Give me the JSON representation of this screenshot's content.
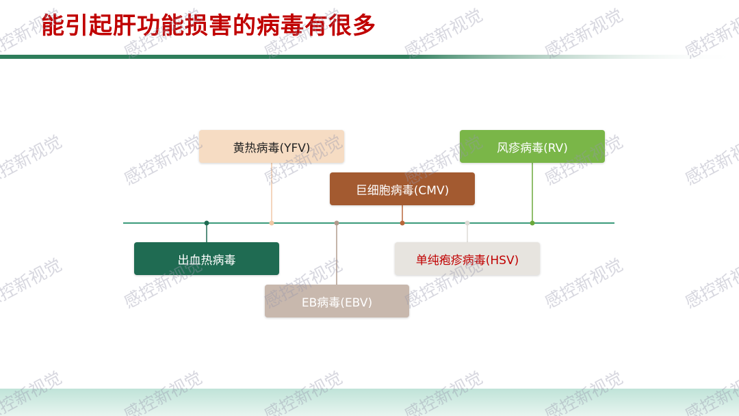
{
  "slide": {
    "title": "能引起肝功能损害的病毒有很多",
    "watermark": "感控新视觉"
  },
  "colors": {
    "title": "#c00000",
    "header_rule": "#2e7d5b",
    "timeline": "#3a9a7a",
    "footer_band": "#bfe3d8"
  },
  "timeline": {
    "nodes": [
      {
        "key": "hf",
        "label": "出血热病毒",
        "fill": "#1f6b52",
        "text": "#ffffff",
        "dot": "#1f6b52",
        "stem": "#1f6b52"
      },
      {
        "key": "yfv",
        "label": "黄热病毒(YFV)",
        "fill": "#f6dcc3",
        "text": "#222222",
        "dot": "#f0c7a5",
        "stem": "#f0c7a5"
      },
      {
        "key": "ebv",
        "label": "EB病毒(EBV)",
        "fill": "#c8b8ad",
        "text": "#ffffff",
        "dot": "#b09a8c",
        "stem": "#b09a8c"
      },
      {
        "key": "cmv",
        "label": "巨细胞病毒(CMV)",
        "fill": "#a35a30",
        "text": "#ffffff",
        "dot": "#b8663a",
        "stem": "#b8663a"
      },
      {
        "key": "hsv",
        "label": "单纯疱疹病毒(HSV)",
        "fill": "#e7e4df",
        "text": "#c00000",
        "dot": "#dedbd6",
        "stem": "#dedbd6"
      },
      {
        "key": "rv",
        "label": "风疹病毒(RV)",
        "fill": "#7ab648",
        "text": "#ffffff",
        "dot": "#6aa83a",
        "stem": "#6aa83a"
      }
    ]
  }
}
